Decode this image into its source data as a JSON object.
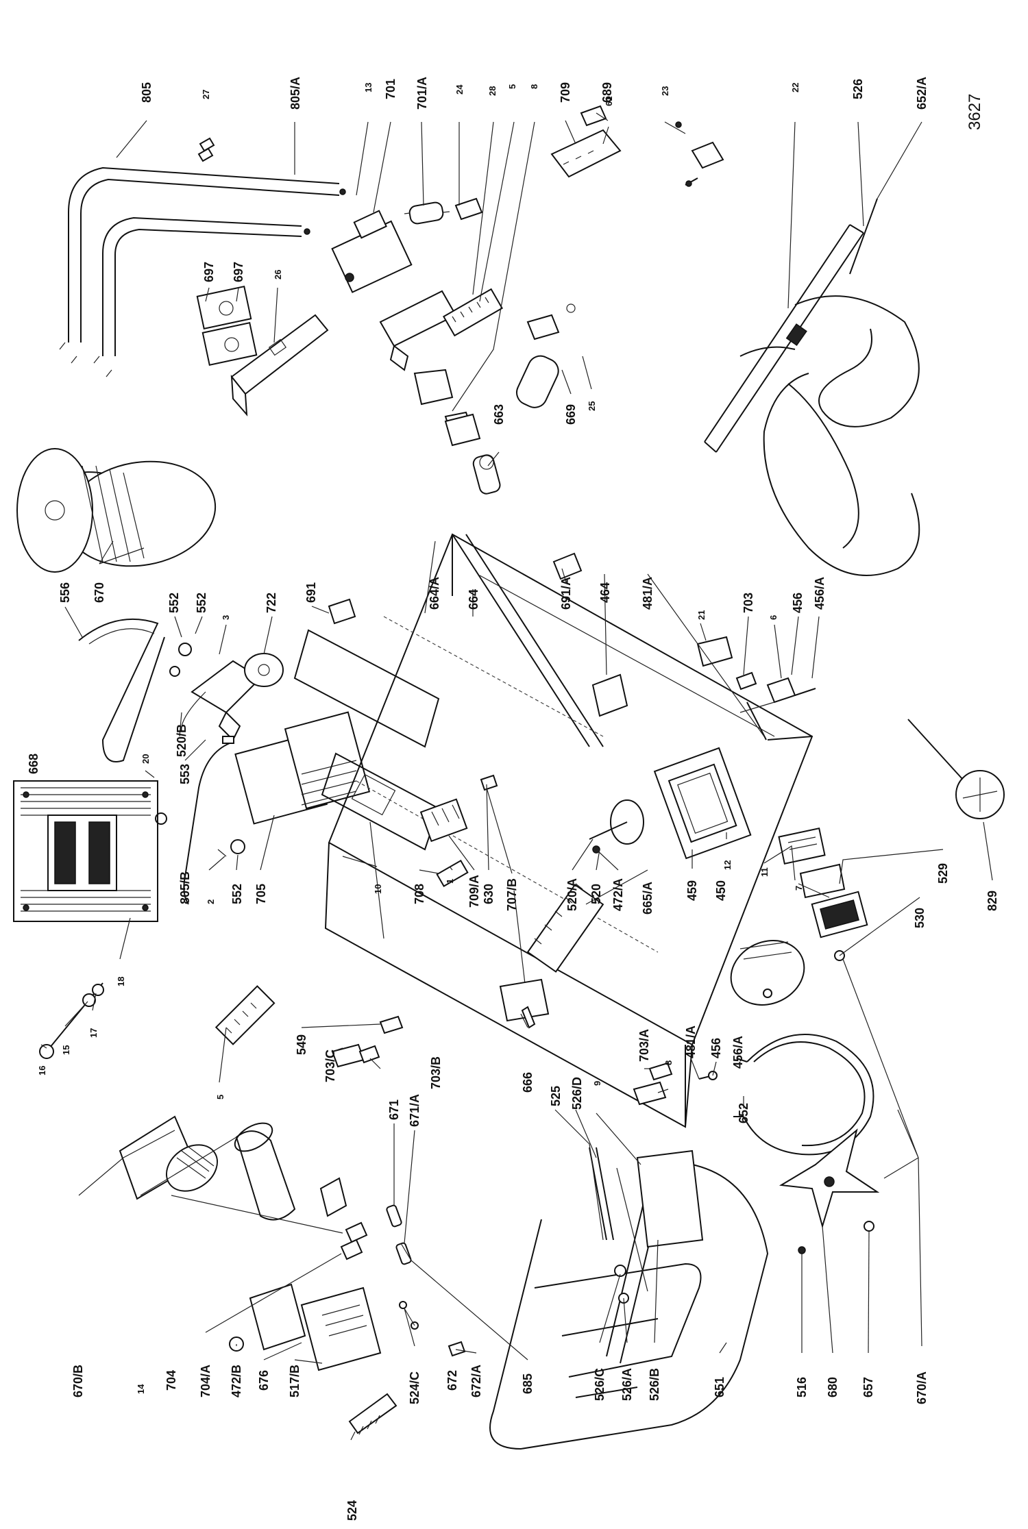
{
  "sheet_code": "3627",
  "labels": [
    {
      "id": "L805",
      "text": "805"
    },
    {
      "id": "L27",
      "text": "27"
    },
    {
      "id": "L805A",
      "text": "805/A"
    },
    {
      "id": "L13",
      "text": "13"
    },
    {
      "id": "L701",
      "text": "701"
    },
    {
      "id": "L701A",
      "text": "701/A"
    },
    {
      "id": "L24",
      "text": "24"
    },
    {
      "id": "L28",
      "text": "28"
    },
    {
      "id": "L5a",
      "text": "5"
    },
    {
      "id": "L8a",
      "text": "8"
    },
    {
      "id": "L709",
      "text": "709"
    },
    {
      "id": "L689",
      "text": "689"
    },
    {
      "id": "L61",
      "text": "61"
    },
    {
      "id": "L23",
      "text": "23"
    },
    {
      "id": "L22",
      "text": "22"
    },
    {
      "id": "L526",
      "text": "526"
    },
    {
      "id": "L652A",
      "text": "652/A"
    },
    {
      "id": "L697a",
      "text": "697"
    },
    {
      "id": "L697b",
      "text": "697"
    },
    {
      "id": "L26",
      "text": "26"
    },
    {
      "id": "L663",
      "text": "663"
    },
    {
      "id": "L669",
      "text": "669"
    },
    {
      "id": "L25",
      "text": "25"
    },
    {
      "id": "L670",
      "text": "670"
    },
    {
      "id": "L556",
      "text": "556"
    },
    {
      "id": "L552a",
      "text": "552"
    },
    {
      "id": "L552b",
      "text": "552"
    },
    {
      "id": "L3",
      "text": "3"
    },
    {
      "id": "L722",
      "text": "722"
    },
    {
      "id": "L691",
      "text": "691"
    },
    {
      "id": "L664A",
      "text": "664/A"
    },
    {
      "id": "L664",
      "text": "664"
    },
    {
      "id": "L691A",
      "text": "691/A"
    },
    {
      "id": "L464",
      "text": "464"
    },
    {
      "id": "L481A",
      "text": "481/A"
    },
    {
      "id": "L21",
      "text": "21"
    },
    {
      "id": "L703",
      "text": "703"
    },
    {
      "id": "L6a",
      "text": "6"
    },
    {
      "id": "L456",
      "text": "456"
    },
    {
      "id": "L456A",
      "text": "456/A"
    },
    {
      "id": "L520B",
      "text": "520/B"
    },
    {
      "id": "L553",
      "text": "553"
    },
    {
      "id": "L668",
      "text": "668"
    },
    {
      "id": "L20",
      "text": "20"
    },
    {
      "id": "L805B",
      "text": "805/B"
    },
    {
      "id": "L2",
      "text": "2"
    },
    {
      "id": "L552c",
      "text": "552"
    },
    {
      "id": "L705",
      "text": "705"
    },
    {
      "id": "L10",
      "text": "10"
    },
    {
      "id": "L708",
      "text": "708"
    },
    {
      "id": "L1",
      "text": "1"
    },
    {
      "id": "L709A",
      "text": "709/A"
    },
    {
      "id": "L630",
      "text": "630"
    },
    {
      "id": "L707B",
      "text": "707/B"
    },
    {
      "id": "L520A",
      "text": "520/A"
    },
    {
      "id": "L520",
      "text": "520"
    },
    {
      "id": "L472A",
      "text": "472/A"
    },
    {
      "id": "L665A",
      "text": "665/A"
    },
    {
      "id": "L459",
      "text": "459"
    },
    {
      "id": "L450",
      "text": "450"
    },
    {
      "id": "L12",
      "text": "12"
    },
    {
      "id": "L11",
      "text": "11"
    },
    {
      "id": "L7",
      "text": "7"
    },
    {
      "id": "L530",
      "text": "530"
    },
    {
      "id": "L529",
      "text": "529"
    },
    {
      "id": "L829",
      "text": "829"
    },
    {
      "id": "L16",
      "text": "16"
    },
    {
      "id": "L15",
      "text": "15"
    },
    {
      "id": "L17",
      "text": "17"
    },
    {
      "id": "L18",
      "text": "18"
    },
    {
      "id": "L5b",
      "text": "5"
    },
    {
      "id": "L549",
      "text": "549"
    },
    {
      "id": "L703C",
      "text": "703/C"
    },
    {
      "id": "L703B",
      "text": "703/B"
    },
    {
      "id": "L666",
      "text": "666"
    },
    {
      "id": "L525",
      "text": "525"
    },
    {
      "id": "L526D",
      "text": "526/D"
    },
    {
      "id": "L9",
      "text": "9"
    },
    {
      "id": "L703A",
      "text": "703/A"
    },
    {
      "id": "L8b",
      "text": "8"
    },
    {
      "id": "L481Ab",
      "text": "481/A"
    },
    {
      "id": "L456b",
      "text": "456"
    },
    {
      "id": "L456Ab",
      "text": "456/A"
    },
    {
      "id": "L652",
      "text": "652"
    },
    {
      "id": "L671",
      "text": "671"
    },
    {
      "id": "L671A",
      "text": "671/A"
    },
    {
      "id": "L670B",
      "text": "670/B"
    },
    {
      "id": "L14",
      "text": "14"
    },
    {
      "id": "L704",
      "text": "704"
    },
    {
      "id": "L704A",
      "text": "704/A"
    },
    {
      "id": "L472B",
      "text": "472/B"
    },
    {
      "id": "L676",
      "text": "676"
    },
    {
      "id": "L517B",
      "text": "517/B"
    },
    {
      "id": "L524",
      "text": "524"
    },
    {
      "id": "L524C",
      "text": "524/C"
    },
    {
      "id": "L672",
      "text": "672"
    },
    {
      "id": "L672A",
      "text": "672/A"
    },
    {
      "id": "L685",
      "text": "685"
    },
    {
      "id": "L526C",
      "text": "526/C"
    },
    {
      "id": "L526A",
      "text": "526/A"
    },
    {
      "id": "L526B",
      "text": "526/B"
    },
    {
      "id": "L651",
      "text": "651"
    },
    {
      "id": "L516",
      "text": "516"
    },
    {
      "id": "L680",
      "text": "680"
    },
    {
      "id": "L657",
      "text": "657"
    },
    {
      "id": "L670A",
      "text": "670/A"
    }
  ]
}
